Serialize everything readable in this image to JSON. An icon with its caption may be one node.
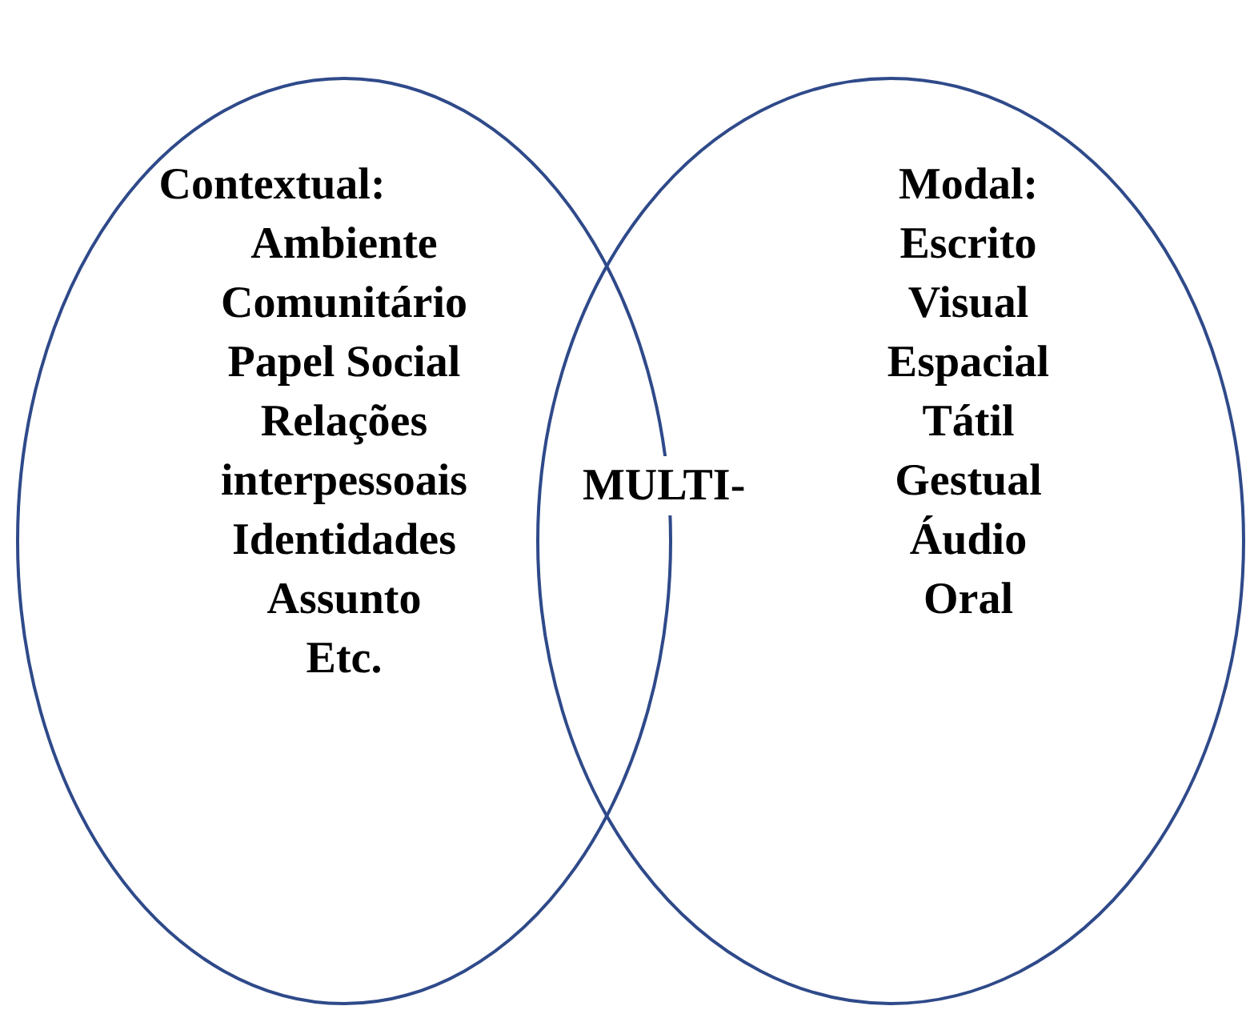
{
  "diagram": {
    "nodes": [
      {
        "text": [
          "Contextual:",
          "Ambiente",
          "Comunitário",
          "Papel Social",
          "Relações",
          "interpessoais",
          "Identidades",
          "Assunto",
          "Etc."
        ]
      },
      {
        "text": [
          "Modal:",
          "Escrito",
          "Visual",
          "Espacial",
          "Tátil",
          "Gestual",
          "Áudio",
          "Oral"
        ]
      }
    ],
    "edges": [],
    "labels": [
      "MULTI-"
    ]
  }
}
